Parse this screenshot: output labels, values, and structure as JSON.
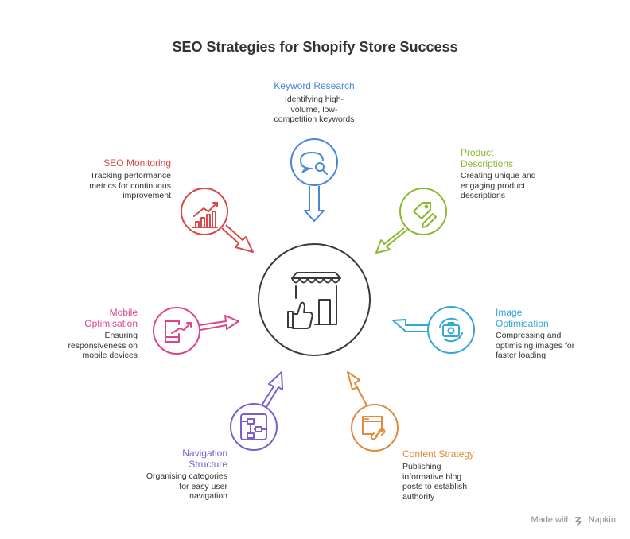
{
  "title": "SEO Strategies for Shopify Store Success",
  "colors": {
    "keyword": "#4a86d8",
    "product": "#8cb832",
    "image": "#35a6d6",
    "content": "#e08a3c",
    "navigation": "#7b5fd1",
    "mobile": "#d9468f",
    "monitoring": "#d94a48",
    "center": "#3a3a3a"
  },
  "center": {
    "icon": "storefront-thumbs-up-icon"
  },
  "nodes": [
    {
      "id": "keyword",
      "title": "Keyword Research",
      "desc": "Identifying high-volume, low-competition keywords",
      "icon": "search-chat-icon"
    },
    {
      "id": "product",
      "title": "Product Descriptions",
      "desc": "Creating unique and engaging product descriptions",
      "icon": "tag-pencil-icon"
    },
    {
      "id": "image",
      "title": "Image Optimisation",
      "desc": "Compressing and optimising images for faster loading",
      "icon": "camera-refresh-icon"
    },
    {
      "id": "content",
      "title": "Content Strategy",
      "desc": "Publishing informative blog posts to establish authority",
      "icon": "browser-link-icon"
    },
    {
      "id": "navigation",
      "title": "Navigation Structure",
      "desc": "Organising categories for easy user navigation",
      "icon": "sitemap-icon"
    },
    {
      "id": "mobile",
      "title": "Mobile Optimisation",
      "desc": "Ensuring responsiveness on mobile devices",
      "icon": "phone-growth-icon"
    },
    {
      "id": "monitoring",
      "title": "SEO Monitoring",
      "desc": "Tracking performance metrics for continuous improvement",
      "icon": "bar-chart-trend-icon"
    }
  ],
  "footer": {
    "label": "Made with",
    "brand": "Napkin"
  }
}
